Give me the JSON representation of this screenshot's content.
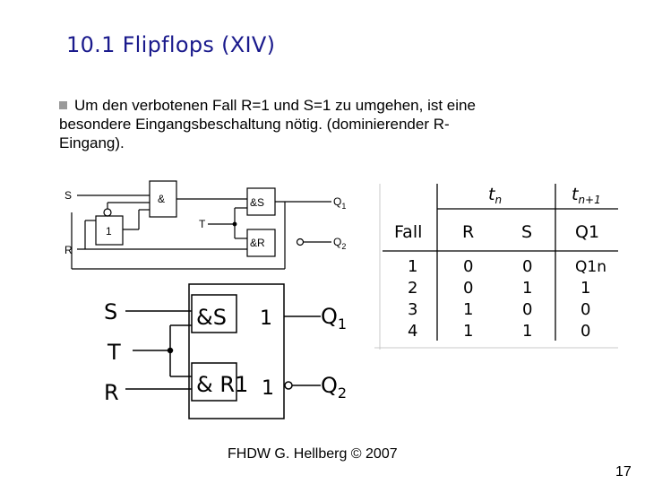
{
  "title": "10.1  Flipflops (XIV)",
  "bullet": {
    "icon": "square-bullet",
    "lines": [
      "Um den verbotenen Fall R=1 und S=1 zu umgehen, ist eine",
      "besondere Eingangsbeschaltung nötig. (dominierender R-",
      "Eingang)."
    ]
  },
  "circuit_small": {
    "input_s": "S",
    "input_r": "R",
    "input_t": "T",
    "gate_and": "&",
    "gate_or": "1",
    "ff_and_s": "&S",
    "ff_and_r": "&R",
    "out_q1": "Q",
    "out_q1_sub": "1",
    "out_q2": "Q",
    "out_q2_sub": "2"
  },
  "circuit_large": {
    "input_s": "S",
    "input_t": "T",
    "input_r": "R",
    "box_top": "&S",
    "box_top_num": "1",
    "box_bottom": "& R1",
    "box_bottom_num": "1",
    "out_q1": "Q",
    "out_q1_sub": "1",
    "out_q2": "Q",
    "out_q2_sub": "2"
  },
  "truth_table": {
    "header_tn": "t",
    "header_tn_sub": "n",
    "header_tn1": "t",
    "header_tn1_sub": "n+1",
    "columns": [
      "Fall",
      "R",
      "S",
      "Q1"
    ],
    "rows": [
      [
        "1",
        "0",
        "0",
        "Q1n"
      ],
      [
        "2",
        "0",
        "1",
        "1"
      ],
      [
        "3",
        "1",
        "0",
        "0"
      ],
      [
        "4",
        "1",
        "1",
        "0"
      ]
    ]
  },
  "footer": "FHDW G. Hellberg © 2007",
  "page_number": "17"
}
